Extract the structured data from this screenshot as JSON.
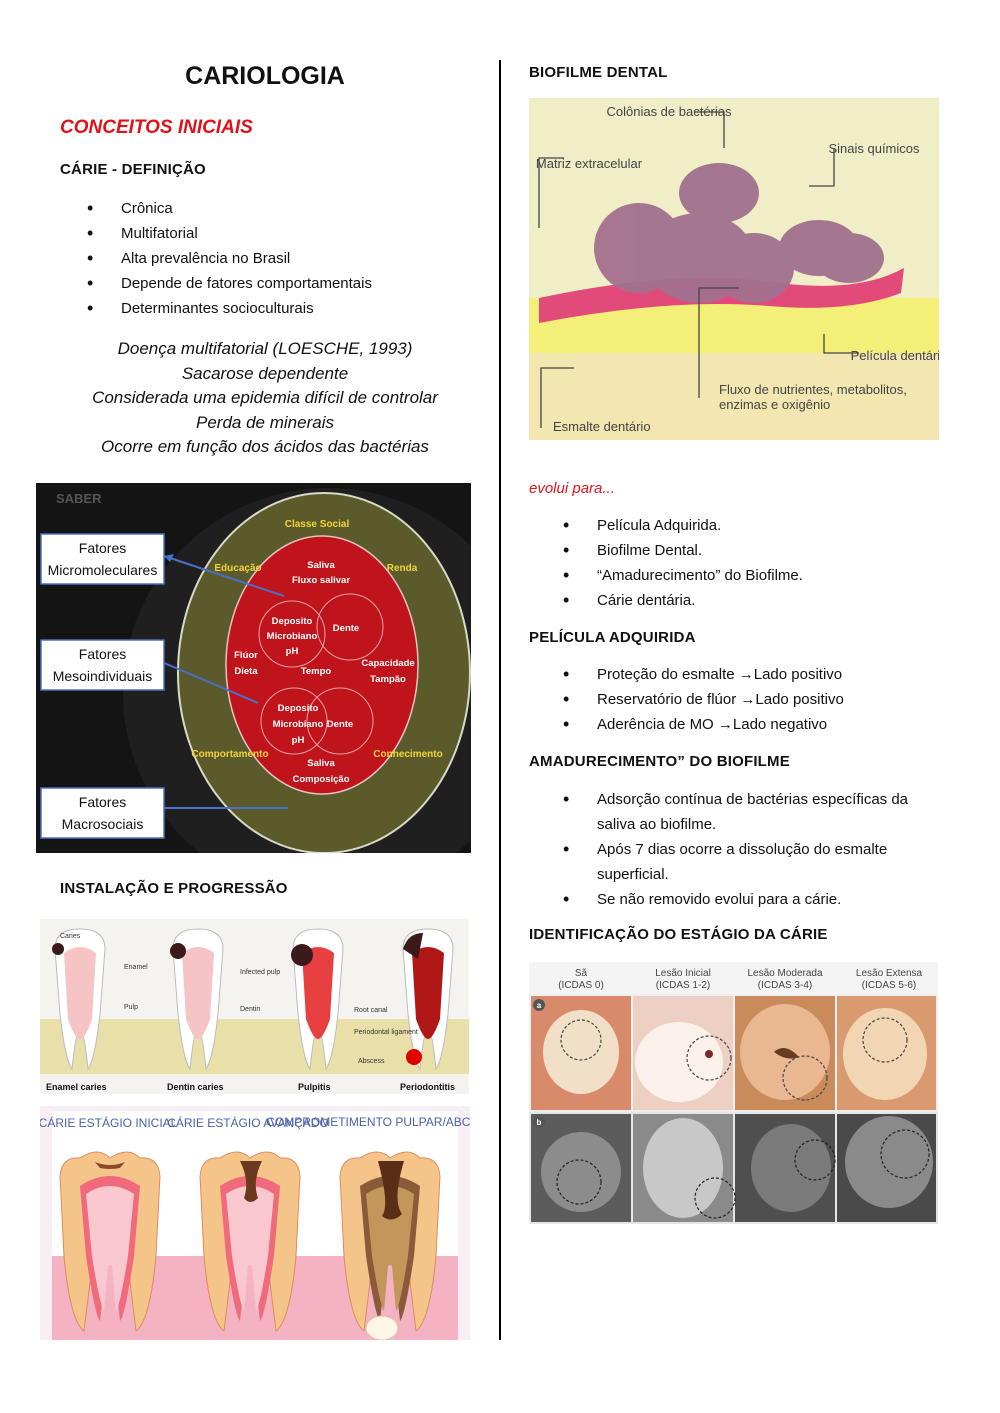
{
  "title": "CARIOLOGIA",
  "conceitos": {
    "heading": "CONCEITOS INICIAIS",
    "carie_def_heading": "CÁRIE - DEFINIÇÃO",
    "bullets": [
      "Crônica",
      "Multifatorial",
      "Alta prevalência no Brasil",
      "Depende de fatores comportamentais",
      "Determinantes socioculturais"
    ],
    "quote_lines": [
      "Doença multifatorial (LOESCHE, 1993)",
      "Sacarose dependente",
      "Considerada uma epidemia difícil de controlar",
      "Perda de minerais",
      "Ocorre em função dos ácidos das bactérias"
    ]
  },
  "factors_figure": {
    "labels": {
      "micro": "Fatores Micromoleculares",
      "meso": "Fatores Mesoindividuais",
      "macro": "Fatores Macrosociais"
    },
    "outer": [
      "Classe Social",
      "Educação",
      "Renda",
      "Comportamento",
      "Conhecimento"
    ],
    "inner": [
      "Saliva",
      "Fluxo salivar",
      "Deposito",
      "Microbiano",
      "pH",
      "Dente",
      "Flúor",
      "Dieta",
      "Tempo",
      "Capacidade",
      "Tampão",
      "Deposito",
      "Microbiano",
      "Dente",
      "pH",
      "Saliva",
      "Composição"
    ],
    "watermark": "SABER",
    "colors": {
      "outer": "#5a5a2b",
      "inner": "#c0141c",
      "bg": "#151515"
    }
  },
  "instalacao": {
    "heading": "INSTALAÇÃO E PROGRESSÃO",
    "stages": [
      "Enamel caries",
      "Dentin caries",
      "Pulpitis",
      "Periodontitis"
    ],
    "tooth_labels": [
      "Caries",
      "Enamel",
      "Pulp",
      "Dentin",
      "Infected pulp",
      "Root canal",
      "Periodontal ligament",
      "Abscess"
    ],
    "stage2": [
      "CÁRIE ESTÁGIO INICIAL",
      "CÁRIE ESTÁGIO AVANÇADO",
      "COMPROMETIMENTO PULPAR/ABCESSO"
    ]
  },
  "biofilme": {
    "heading": "BIOFILME DENTAL",
    "labels": [
      "Colônias de bactérias",
      "Matriz extracelular",
      "Sinais químicos",
      "Película dentária",
      "Fluxo de nutrientes, metabolitos, enzimas e oxigênio",
      "Esmalte dentário"
    ],
    "evolui": "evolui para...",
    "evolui_bullets": [
      "Película Adquirida.",
      "Biofilme Dental.",
      "“Amadurecimento” do Biofilme.",
      "Cárie dentária."
    ]
  },
  "pelicula": {
    "heading": "PELÍCULA ADQUIRIDA",
    "bullets": [
      "Proteção do esmalte →Lado positivo",
      "Reservatório de flúor →Lado positivo",
      "Aderência de MO →Lado negativo"
    ]
  },
  "amadurecimento": {
    "heading": "AMADURECIMENTO” DO BIOFILME",
    "bullets": [
      "Adsorção contínua de bactérias específicas da saliva ao biofilme.",
      "Após 7 dias ocorre a dissolução do esmalte superficial.",
      "Se não removido evolui para a cárie."
    ]
  },
  "identificacao": {
    "heading": "IDENTIFICAÇÃO DO ESTÁGIO DA CÁRIE",
    "columns": [
      [
        "Sã",
        "(ICDAS 0)"
      ],
      [
        "Lesão Inicial",
        "(ICDAS 1-2)"
      ],
      [
        "Lesão Moderada",
        "(ICDAS 3-4)"
      ],
      [
        "Lesão Extensa",
        "(ICDAS 5-6)"
      ]
    ],
    "row_labels": [
      "a",
      "b"
    ]
  }
}
